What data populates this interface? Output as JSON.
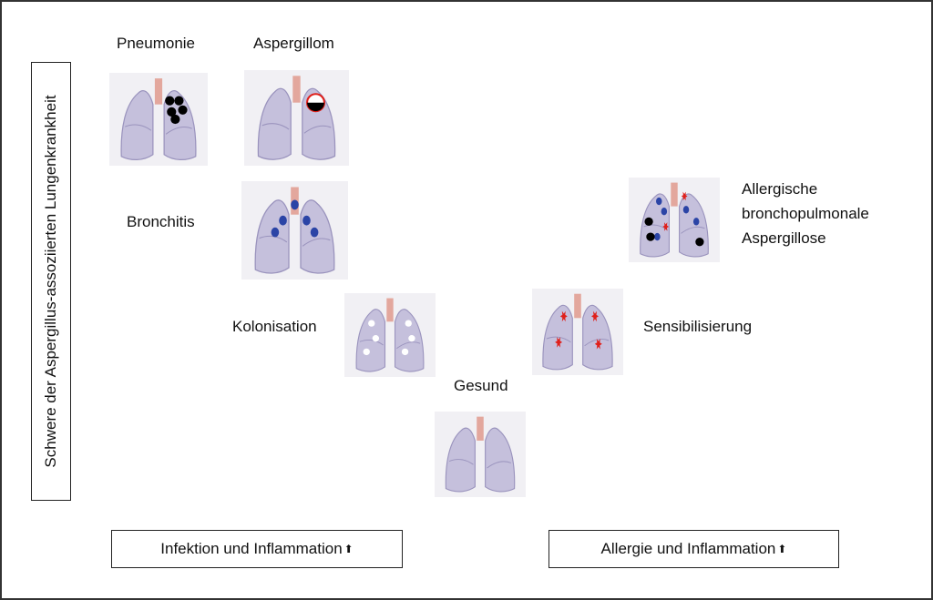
{
  "y_axis_label": "Schwere der Aspergillus-assoziierten Lungenkrankheit",
  "x_axis": {
    "left_label": "Infektion und Inflammation",
    "right_label": "Allergie und Inflammation",
    "arrow_icon": "up-arrow-icon"
  },
  "stages": {
    "pneumonie": "Pneumonie",
    "aspergillom": "Aspergillom",
    "bronchitis": "Bronchitis",
    "kolonisation": "Kolonisation",
    "gesund": "Gesund",
    "sensibilisierung": "Sensibilisierung",
    "abpa_line1": "Allergische",
    "abpa_line2": "bronchopulmonale",
    "abpa_line3": "Aspergillose"
  },
  "colors": {
    "lung_fill": "#c5c0dc",
    "lung_stroke": "#9a93bd",
    "trachea": "#e3a79d",
    "nodule_black": "#000000",
    "nodule_blue": "#2b44a6",
    "spot_white": "#ffffff",
    "allergy_red": "#e0201b",
    "tile_background": "#f1f0f4"
  }
}
